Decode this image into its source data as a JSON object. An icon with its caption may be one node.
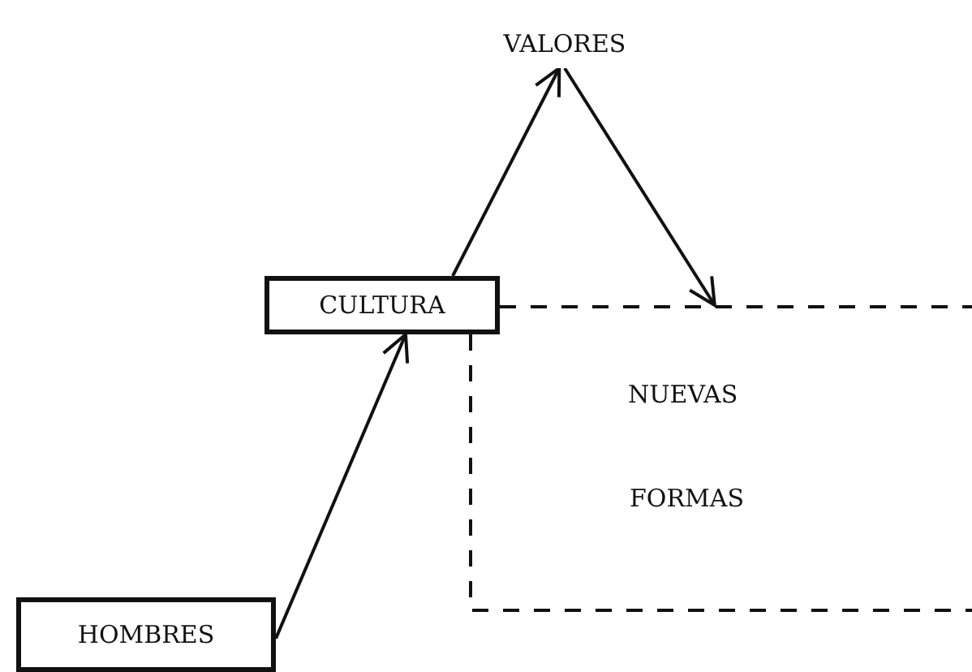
{
  "diagram": {
    "nodes": [
      {
        "text": [
          "VALORES"
        ]
      },
      {
        "text": [
          "CULTURA"
        ]
      },
      {
        "text": [
          "NUEVAS",
          "FORMAS"
        ]
      },
      {
        "text": [
          "HOMBRES"
        ]
      }
    ],
    "edges": [
      {
        "from": 3,
        "to": 1,
        "arrow": "to"
      },
      {
        "from": 1,
        "to": 0,
        "arrow": "to"
      },
      {
        "from": 0,
        "to": 2,
        "arrow": "to"
      }
    ]
  }
}
